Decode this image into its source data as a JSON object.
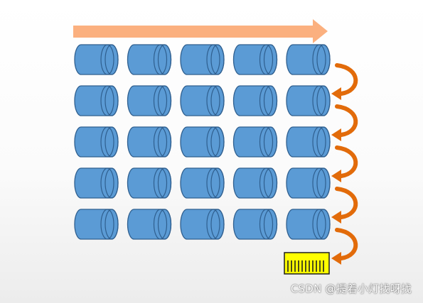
{
  "diagram": {
    "rows": 5,
    "columns": 5,
    "colors": {
      "cylinder_fill": "#5b9bd5",
      "cylinder_stroke": "#2f5f8f",
      "top_arrow": "#fbb07f",
      "curved_arrows": "#e26b0a",
      "target_fill": "#ffff00",
      "target_stroke": "#1f1f1f"
    },
    "curved_arrow_count": 5
  },
  "watermark": {
    "text": "CSDN @提着小灯找呀找"
  }
}
